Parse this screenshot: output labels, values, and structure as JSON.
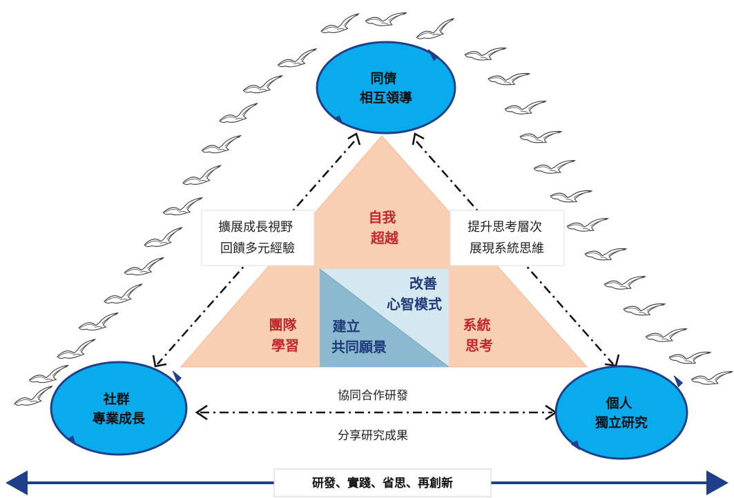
{
  "nodes": {
    "top": {
      "line1": "同儕",
      "line2": "相互領導"
    },
    "left": {
      "line1": "社群",
      "line2": "專業成長"
    },
    "right": {
      "line1": "個人",
      "line2": "獨立研究"
    }
  },
  "pyramid": {
    "top": {
      "line1": "自我",
      "line2": "超越"
    },
    "left": {
      "line1": "團隊",
      "line2": "學習"
    },
    "right": {
      "line1": "系統",
      "line2": "思考"
    },
    "upper": {
      "line1": "改善",
      "line2": "心智模式"
    },
    "lower": {
      "line1": "建立",
      "line2": "共同願景"
    }
  },
  "notes": {
    "left": {
      "line1": "擴展成長視野",
      "line2": "回饋多元經驗"
    },
    "right": {
      "line1": "提升思考層次",
      "line2": "展現系統思維"
    }
  },
  "edge_labels": {
    "above": "協同合作研發",
    "below": "分享研究成果"
  },
  "bottom_bar": {
    "label": "研發、實踐、省思、再創新"
  },
  "colors": {
    "node_fill": "#0aabec",
    "node_stroke": "#1f3f8a",
    "pyramid_fill": "#f9cfb4",
    "square_light": "#d5e8f0",
    "square_dark": "#8ab9d0",
    "arrow_bar": "#1f3f8a"
  },
  "icons": {
    "bird": "seagull-icon"
  }
}
